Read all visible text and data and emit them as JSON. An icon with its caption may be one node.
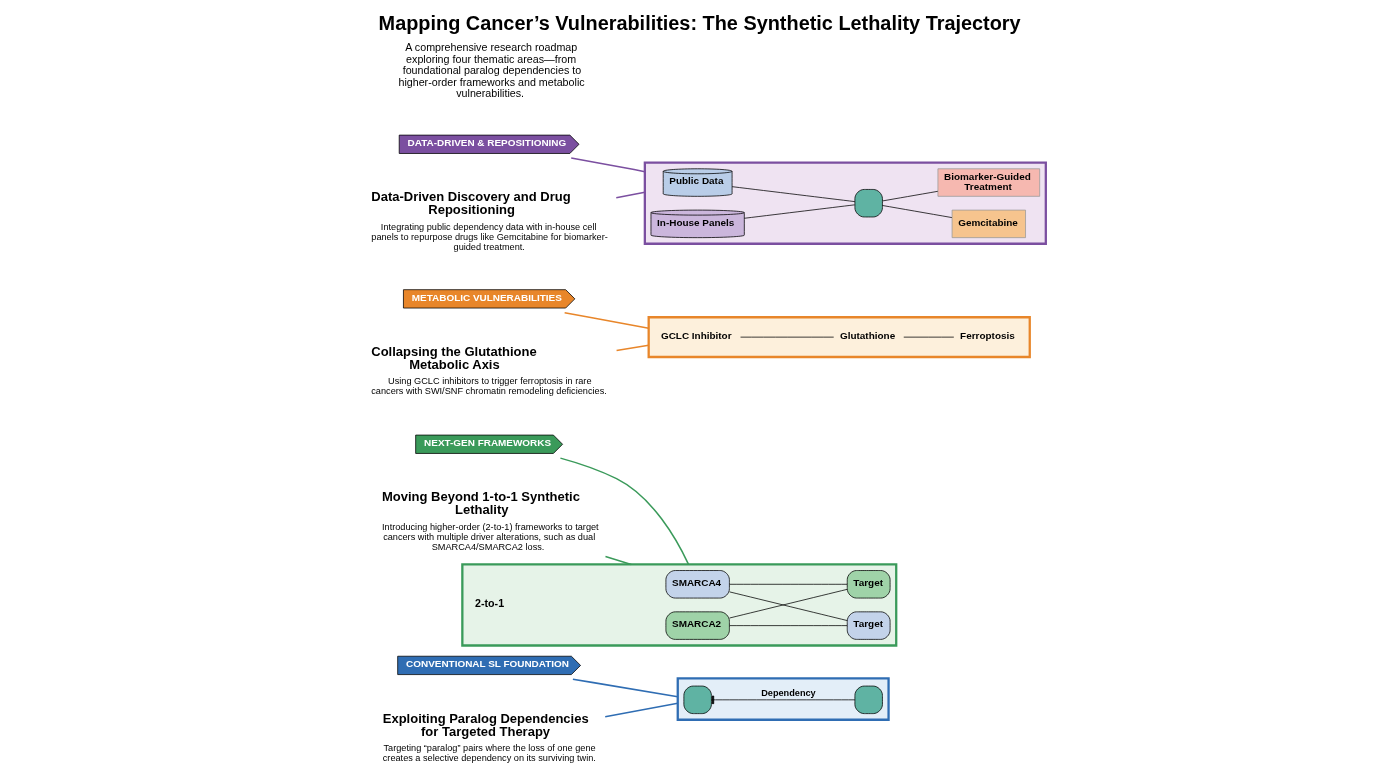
{
  "diagram": {
    "title": "Mapping Cancer’s Vulnerabilities: The Synthetic Lethality Trajectory",
    "nodes": [
      {
        "text": [
          "DATA-DRIVEN & REPOSITIONING"
        ]
      },
      {
        "text": [
          "Data-Driven Discovery and Drug Repositioning",
          "Integrating public dependency data with in-house cell panels to repurpose drugs like Gemcitabine for biomarker-guided treatment."
        ]
      },
      {
        "text": [],
        "shape": "box"
      },
      {
        "text": [
          "Public Data"
        ],
        "in": 2
      },
      {
        "text": [
          "In-House Panels"
        ],
        "in": 2
      },
      {
        "text": [],
        "shape": "box",
        "in": 2
      },
      {
        "text": [
          "Gemcitabine"
        ],
        "in": 2
      },
      {
        "text": [
          "Biomarker-Guided Treatment"
        ],
        "in": 2
      },
      {
        "text": [
          "METABOLIC VULNERABILITIES"
        ]
      },
      {
        "text": [
          "Collapsing the Glutathione Metabolic Axis",
          "Using GCLC inhibitors to trigger ferroptosis in rare cancers with SWI/SNF chromatin remodeling deficiencies."
        ]
      },
      {
        "text": [],
        "shape": "box"
      },
      {
        "text": [
          "GCLC Inhibitor"
        ],
        "in": 10
      },
      {
        "text": [
          "Glutathione"
        ],
        "in": 10
      },
      {
        "text": [
          "Ferroptosis"
        ],
        "in": 10
      },
      {
        "text": [
          "NEXT-GEN FRAMEWORKS"
        ]
      },
      {
        "text": [
          "Moving Beyond 1-to-1 Synthetic Lethality",
          "Introducing higher-order (2-to-1) frameworks to target cancers with multiple driver alterations, such as dual SMARCA4/SMARCA2 loss."
        ]
      },
      {
        "text": [],
        "shape": "box"
      },
      {
        "text": [
          "SMARCA4"
        ],
        "in": 16
      },
      {
        "text": [
          "SMARCA2"
        ],
        "in": 16
      },
      {
        "text": [
          "Target"
        ],
        "in": 16
      },
      {
        "text": [
          "Target"
        ],
        "in": 16
      },
      {
        "text": [
          "CONVENTIONAL SL FOUNDATION"
        ]
      },
      {
        "text": [
          "Exploiting Paralog Dependencies for Targeted Therapy",
          "Targeting “paralog” pairs where the loss of one gene creates a selective dependency on its surviving twin."
        ]
      },
      {
        "text": [],
        "shape": "box"
      },
      {
        "text": [],
        "shape": "box",
        "in": 23
      },
      {
        "text": [],
        "shape": "box",
        "in": 23
      }
    ],
    "edges": [
      {
        "from": 0,
        "to": 2,
        "arrow": "none",
        "color": "#7b4fa0"
      },
      {
        "from": 1,
        "to": 2,
        "arrow": "none",
        "color": "#7b4fa0"
      },
      {
        "from": 3,
        "to": 5,
        "arrow": "none"
      },
      {
        "from": 4,
        "to": 5,
        "arrow": "none"
      },
      {
        "from": 5,
        "to": 6,
        "arrow": "none"
      },
      {
        "from": 5,
        "to": 7,
        "arrow": "none"
      },
      {
        "from": 8,
        "to": 10,
        "arrow": "none",
        "color": "#e8862a"
      },
      {
        "from": 9,
        "to": 10,
        "arrow": "none",
        "color": "#e8862a"
      },
      {
        "from": 11,
        "to": 12,
        "arrow": "none"
      },
      {
        "from": 12,
        "to": 13,
        "arrow": "none"
      },
      {
        "from": 14,
        "to": 16,
        "arrow": "none",
        "color": "#3a9a5a"
      },
      {
        "from": 15,
        "to": 16,
        "arrow": "none",
        "color": "#3a9a5a"
      },
      {
        "from": 17,
        "to": 19,
        "arrow": "none"
      },
      {
        "from": 17,
        "to": 20,
        "arrow": "none"
      },
      {
        "from": 18,
        "to": 19,
        "arrow": "none"
      },
      {
        "from": 18,
        "to": 20,
        "arrow": "none"
      },
      {
        "from": 21,
        "to": 23,
        "arrow": "none",
        "color": "#2f6db3"
      },
      {
        "from": 22,
        "to": 23,
        "arrow": "none",
        "color": "#2f6db3"
      },
      {
        "from": 25,
        "to": 24,
        "arrow": "other",
        "label": "Dependency"
      }
    ],
    "labels": [
      "A comprehensive research roadmap exploring four thematic areas—from foundational paralog dependencies to higher-order frameworks and metabolic vulnerabilities.",
      "2-to-1"
    ]
  }
}
